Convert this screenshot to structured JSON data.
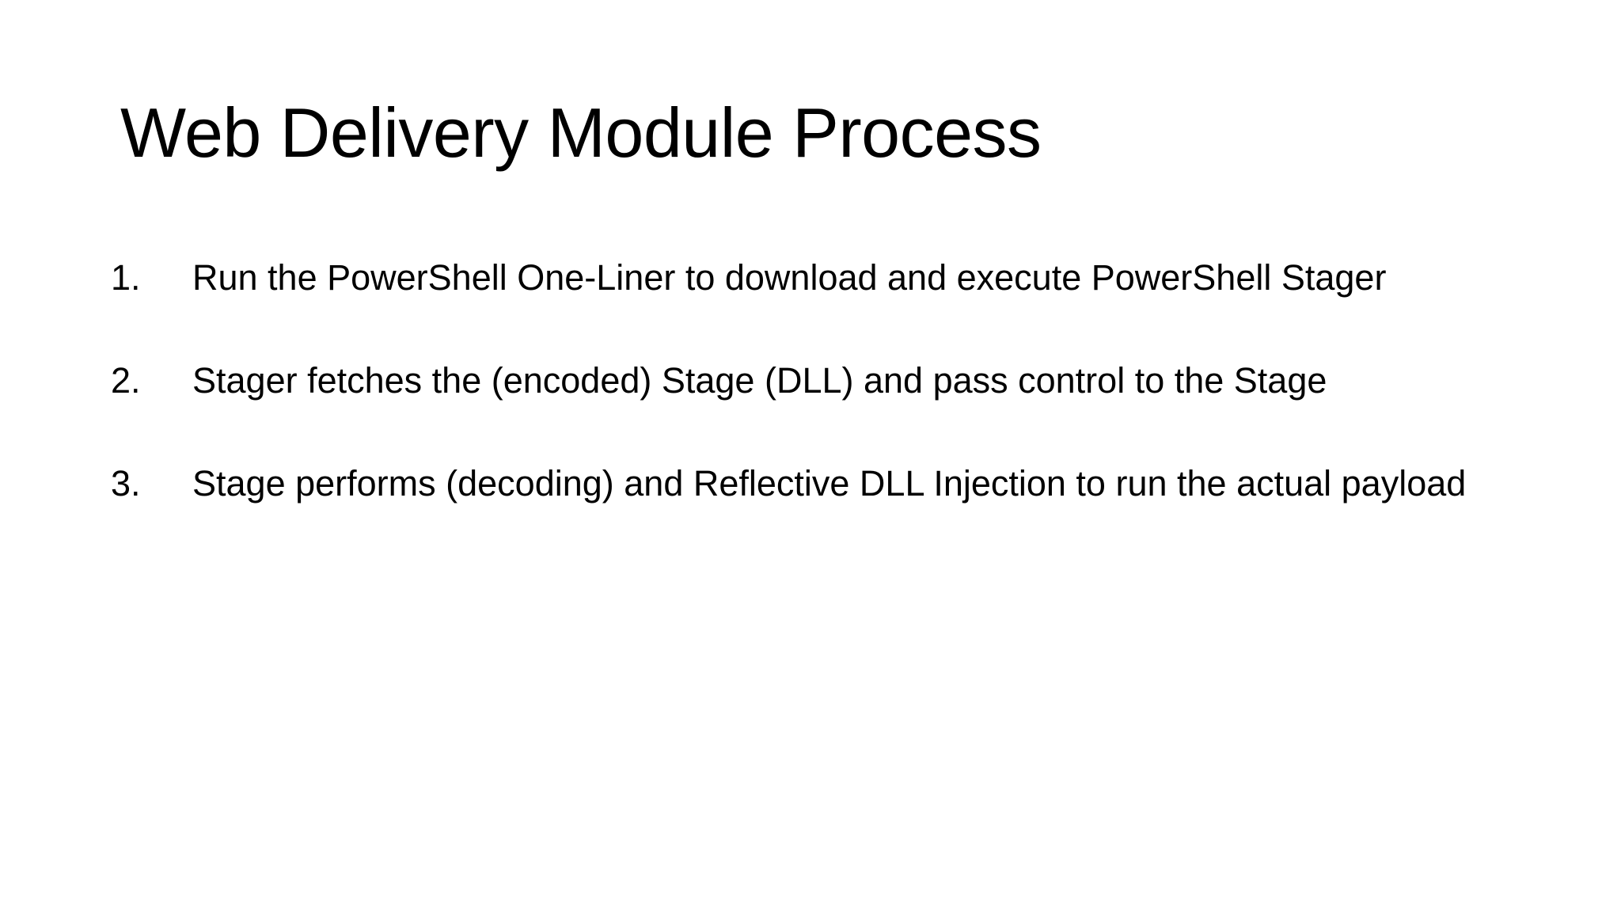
{
  "slide": {
    "background_color": "#ffffff",
    "text_color": "#000000",
    "title": "Web Delivery Module Process",
    "list": {
      "type": "ordered-decimal",
      "items": [
        {
          "marker": "1.",
          "text": "Run the PowerShell One-Liner to download and execute PowerShell Stager"
        },
        {
          "marker": "2.",
          "text": "Stager fetches the (encoded) Stage (DLL) and pass control to the Stage"
        },
        {
          "marker": "3.",
          "text": "Stage performs (decoding) and Reflective DLL Injection to run the actual payload"
        }
      ]
    }
  }
}
